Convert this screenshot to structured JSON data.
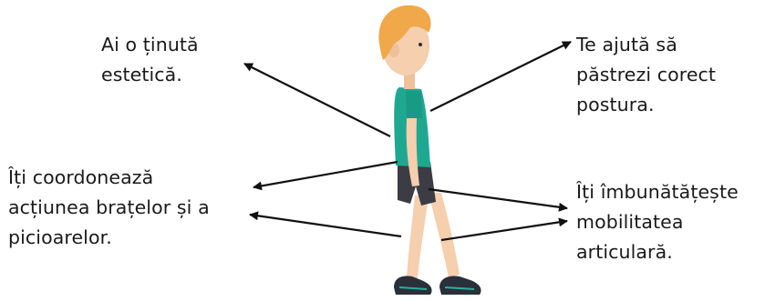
{
  "labels": {
    "top_left": {
      "lines": [
        "Ai o ținută",
        "estetică."
      ]
    },
    "top_right": {
      "lines": [
        "Te ajută să",
        "păstrezi corect",
        "postura."
      ]
    },
    "bottom_left": {
      "lines": [
        "Îți coordonează",
        "acțiunea brațelor și a",
        "picioarelor."
      ]
    },
    "bottom_right": {
      "lines": [
        "Îți îmbunătățește",
        "mobilitatea",
        "articulară."
      ]
    }
  },
  "colors": {
    "hair": "#f0a84a",
    "skin": "#f5cfae",
    "shirt": "#1fa891",
    "shorts": "#3c3c44",
    "shoe": "#2b2f3a",
    "shoe_accent": "#22b39a",
    "arrow": "#111111"
  }
}
